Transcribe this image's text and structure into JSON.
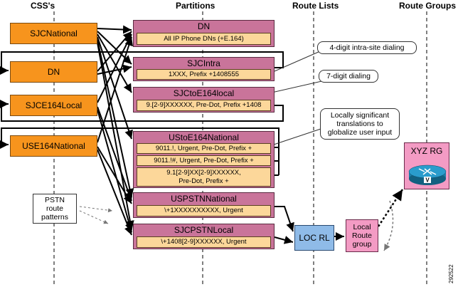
{
  "headers": {
    "css": "CSS's",
    "partitions": "Partitions",
    "route_lists": "Route Lists",
    "route_groups": "Route Groups"
  },
  "css_boxes": [
    "SJCNational",
    "DN",
    "SJCE164Local",
    "USE164National"
  ],
  "partitions": [
    {
      "title": "DN",
      "entries": [
        "All IP Phone DNs (+E.164)"
      ]
    },
    {
      "title": "SJCIntra",
      "entries": [
        "1XXX, Prefix +1408555"
      ]
    },
    {
      "title": "SJCtoE164local",
      "entries": [
        "9.[2-9]XXXXXX, Pre-Dot, Prefix +1408"
      ]
    },
    {
      "title": "UStoE164National",
      "entries": [
        "9011.!, Urgent, Pre-Dot, Prefix +",
        "9011.!#, Urgent, Pre-Dot, Prefix +",
        "9.1[2-9]XX[2-9]XXXXXX,",
        "Pre-Dot, Prefix +"
      ]
    },
    {
      "title": "USPSTNNational",
      "entries": [
        "\\+1XXXXXXXXXX, Urgent"
      ]
    },
    {
      "title": "SJCPSTNLocal",
      "entries": [
        "\\+1408[2-9]XXXXXX, Urgent"
      ]
    }
  ],
  "callouts": {
    "intra": "4-digit intra-site dialing",
    "seven": "7-digit dialing",
    "translate_l1": "Locally significant",
    "translate_l2": "translations to",
    "translate_l3": "globalize user input"
  },
  "pstn": {
    "l1": "PSTN",
    "l2": "route",
    "l3": "patterns"
  },
  "route_list": "LOC RL",
  "local_route_group": {
    "l1": "Local",
    "l2": "Route",
    "l3": "group"
  },
  "xyz_rg": {
    "title": "XYZ RG",
    "router_label": "V"
  },
  "figure_id": "292522",
  "colors": {
    "css_orange": "#f7941d",
    "partition_mauve": "#c9749a",
    "entry_tan": "#fcd79a",
    "route_list_blue": "#8fbbe8",
    "route_group_pink": "#f39bc4",
    "router_teal": "#1a7fa8"
  }
}
